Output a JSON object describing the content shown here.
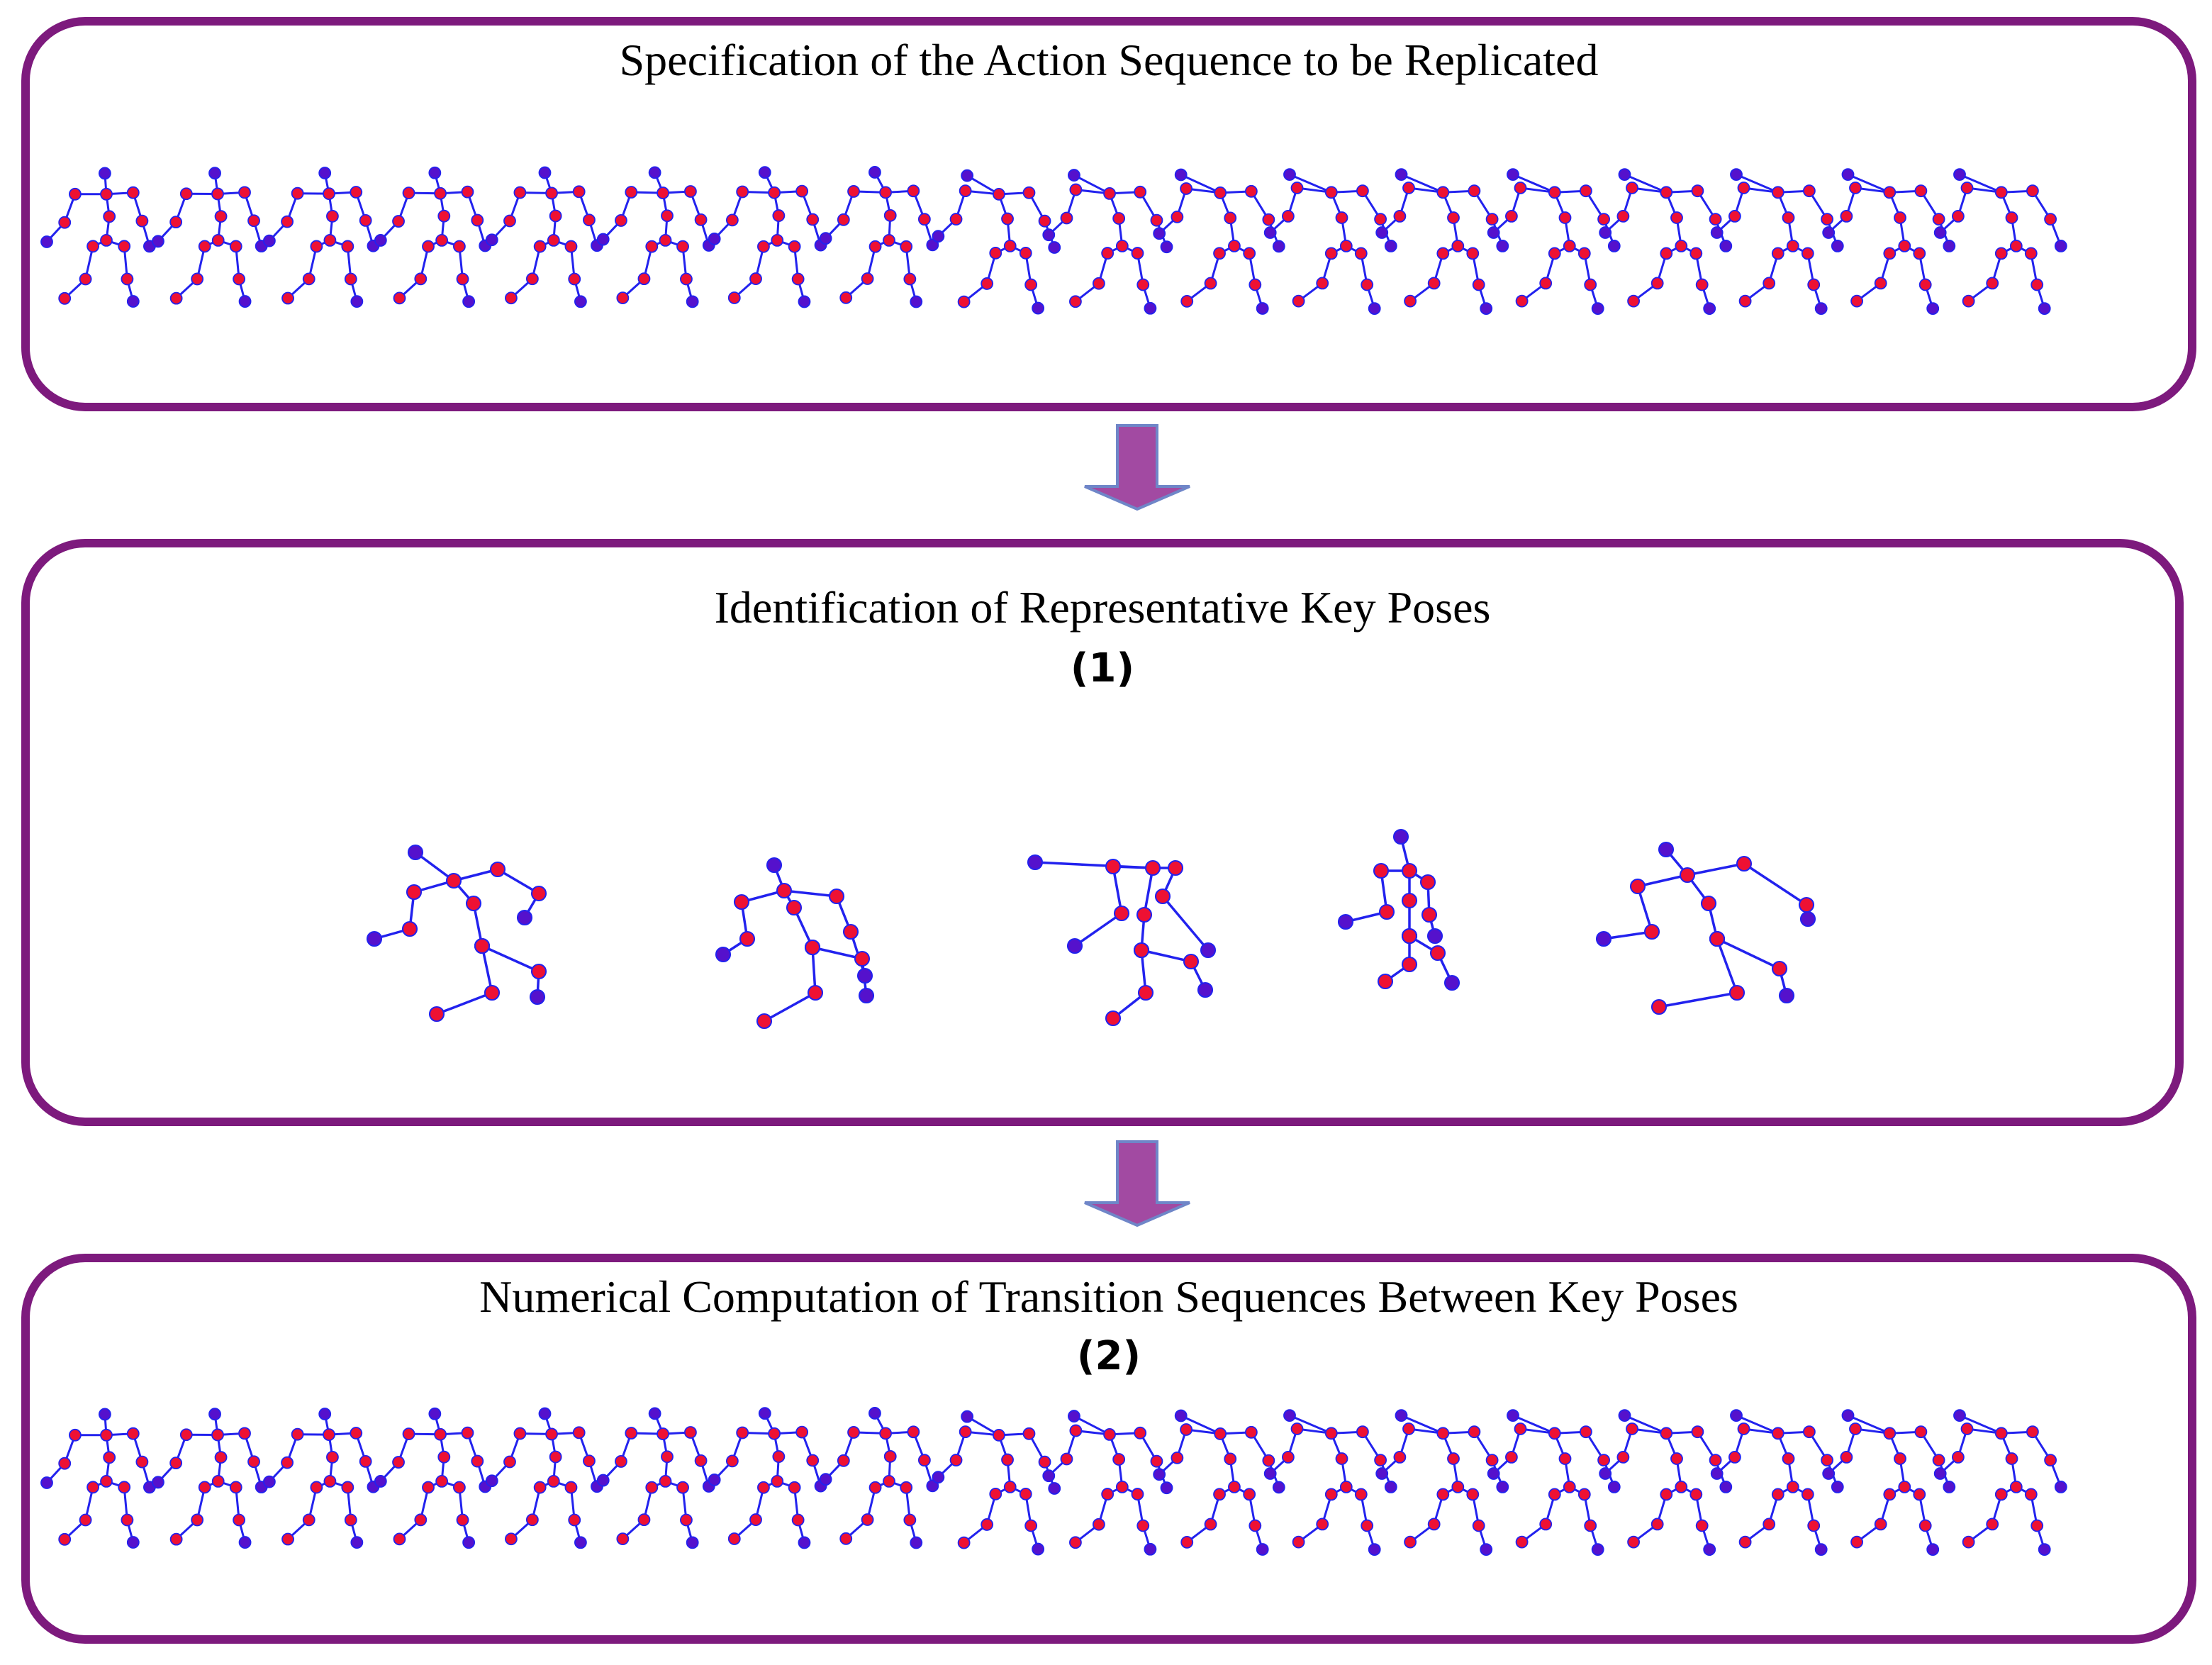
{
  "colors": {
    "frame": "#7d1a7d",
    "bone": "#2222ee",
    "joint_red": "#ee1133",
    "joint_purple": "#5511cc",
    "arrow_fill": "#a24aa2",
    "arrow_stroke": "#6f86c8"
  },
  "panels": [
    {
      "title": "Specification of the Action Sequence to be Replicated",
      "step": ""
    },
    {
      "title": "Identification of Representative Key Poses",
      "step": "(1)"
    },
    {
      "title": "Numerical Computation of Transition Sequences Between Key Poses",
      "step": "(2)"
    }
  ],
  "arrows": [
    {
      "icon": "down-arrow-icon"
    },
    {
      "icon": "down-arrow-icon"
    }
  ]
}
